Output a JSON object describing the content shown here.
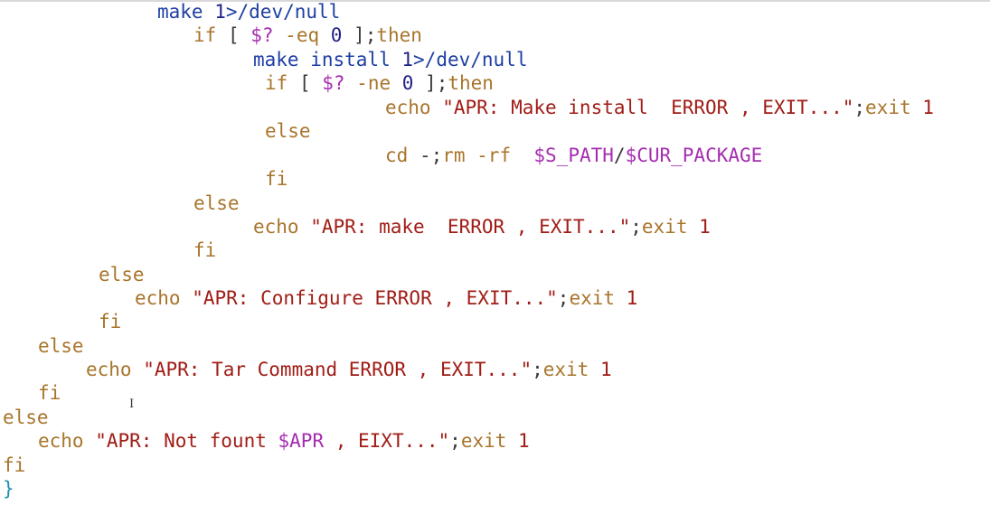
{
  "editor": {
    "cursor_icon": "text-ibeam-cursor-icon",
    "colors": {
      "keyword": "#a8752c",
      "string": "#a01d16",
      "command": "#1e3fa3",
      "number": "#1f1f8a",
      "variable": "#a62db1",
      "brace": "#1d8fb0"
    },
    "lines": [
      [
        {
          "t": "command",
          "v": "make "
        },
        {
          "t": "number",
          "v": "1"
        },
        {
          "t": "command",
          "v": ">/dev/null"
        }
      ],
      [
        {
          "t": "keyword",
          "v": "if "
        },
        {
          "t": "punct",
          "v": "[ "
        },
        {
          "t": "variable",
          "v": "$? "
        },
        {
          "t": "keyword",
          "v": "-eq "
        },
        {
          "t": "number",
          "v": "0"
        },
        {
          "t": "punct",
          "v": " ];"
        },
        {
          "t": "keyword",
          "v": "then"
        }
      ],
      [
        {
          "t": "command",
          "v": "make install "
        },
        {
          "t": "number",
          "v": "1"
        },
        {
          "t": "command",
          "v": ">/dev/null"
        }
      ],
      [
        {
          "t": "keyword",
          "v": "if "
        },
        {
          "t": "punct",
          "v": "[ "
        },
        {
          "t": "variable",
          "v": "$? "
        },
        {
          "t": "keyword",
          "v": "-ne "
        },
        {
          "t": "number",
          "v": "0"
        },
        {
          "t": "punct",
          "v": " ];"
        },
        {
          "t": "keyword",
          "v": "then"
        }
      ],
      [
        {
          "t": "keyword",
          "v": "echo "
        },
        {
          "t": "string",
          "v": "\"APR: Make install  ERROR , EXIT...\""
        },
        {
          "t": "punct",
          "v": ";"
        },
        {
          "t": "keyword",
          "v": "exit "
        },
        {
          "t": "string",
          "v": "1"
        }
      ],
      [
        {
          "t": "keyword",
          "v": "else"
        }
      ],
      [
        {
          "t": "keyword",
          "v": "cd "
        },
        {
          "t": "punct",
          "v": "-;"
        },
        {
          "t": "keyword",
          "v": "rm -rf  "
        },
        {
          "t": "variable",
          "v": "$S_PATH"
        },
        {
          "t": "punct",
          "v": "/"
        },
        {
          "t": "variable",
          "v": "$CUR_PACKAGE"
        }
      ],
      [
        {
          "t": "keyword",
          "v": "fi"
        }
      ],
      [
        {
          "t": "keyword",
          "v": "else"
        }
      ],
      [
        {
          "t": "keyword",
          "v": "echo "
        },
        {
          "t": "string",
          "v": "\"APR: make  ERROR , EXIT...\""
        },
        {
          "t": "punct",
          "v": ";"
        },
        {
          "t": "keyword",
          "v": "exit "
        },
        {
          "t": "string",
          "v": "1"
        }
      ],
      [
        {
          "t": "keyword",
          "v": "fi"
        }
      ],
      [
        {
          "t": "keyword",
          "v": "else"
        }
      ],
      [
        {
          "t": "keyword",
          "v": "echo "
        },
        {
          "t": "string",
          "v": "\"APR: Configure ERROR , EXIT...\""
        },
        {
          "t": "punct",
          "v": ";"
        },
        {
          "t": "keyword",
          "v": "exit "
        },
        {
          "t": "string",
          "v": "1"
        }
      ],
      [
        {
          "t": "keyword",
          "v": "fi"
        }
      ],
      [
        {
          "t": "keyword",
          "v": "else"
        }
      ],
      [
        {
          "t": "keyword",
          "v": "echo "
        },
        {
          "t": "string",
          "v": "\"APR: Tar Command ERROR , EXIT...\""
        },
        {
          "t": "punct",
          "v": ";"
        },
        {
          "t": "keyword",
          "v": "exit "
        },
        {
          "t": "string",
          "v": "1"
        }
      ],
      [
        {
          "t": "keyword",
          "v": "fi"
        }
      ],
      [
        {
          "t": "keyword",
          "v": "else"
        }
      ],
      [
        {
          "t": "keyword",
          "v": "echo "
        },
        {
          "t": "string",
          "v": "\"APR: Not fount "
        },
        {
          "t": "variable",
          "v": "$APR"
        },
        {
          "t": "string",
          "v": " , EIXT...\""
        },
        {
          "t": "punct",
          "v": ";"
        },
        {
          "t": "keyword",
          "v": "exit "
        },
        {
          "t": "string",
          "v": "1"
        }
      ],
      [
        {
          "t": "keyword",
          "v": "fi"
        }
      ],
      [
        {
          "t": "brace",
          "v": "}"
        }
      ]
    ]
  }
}
